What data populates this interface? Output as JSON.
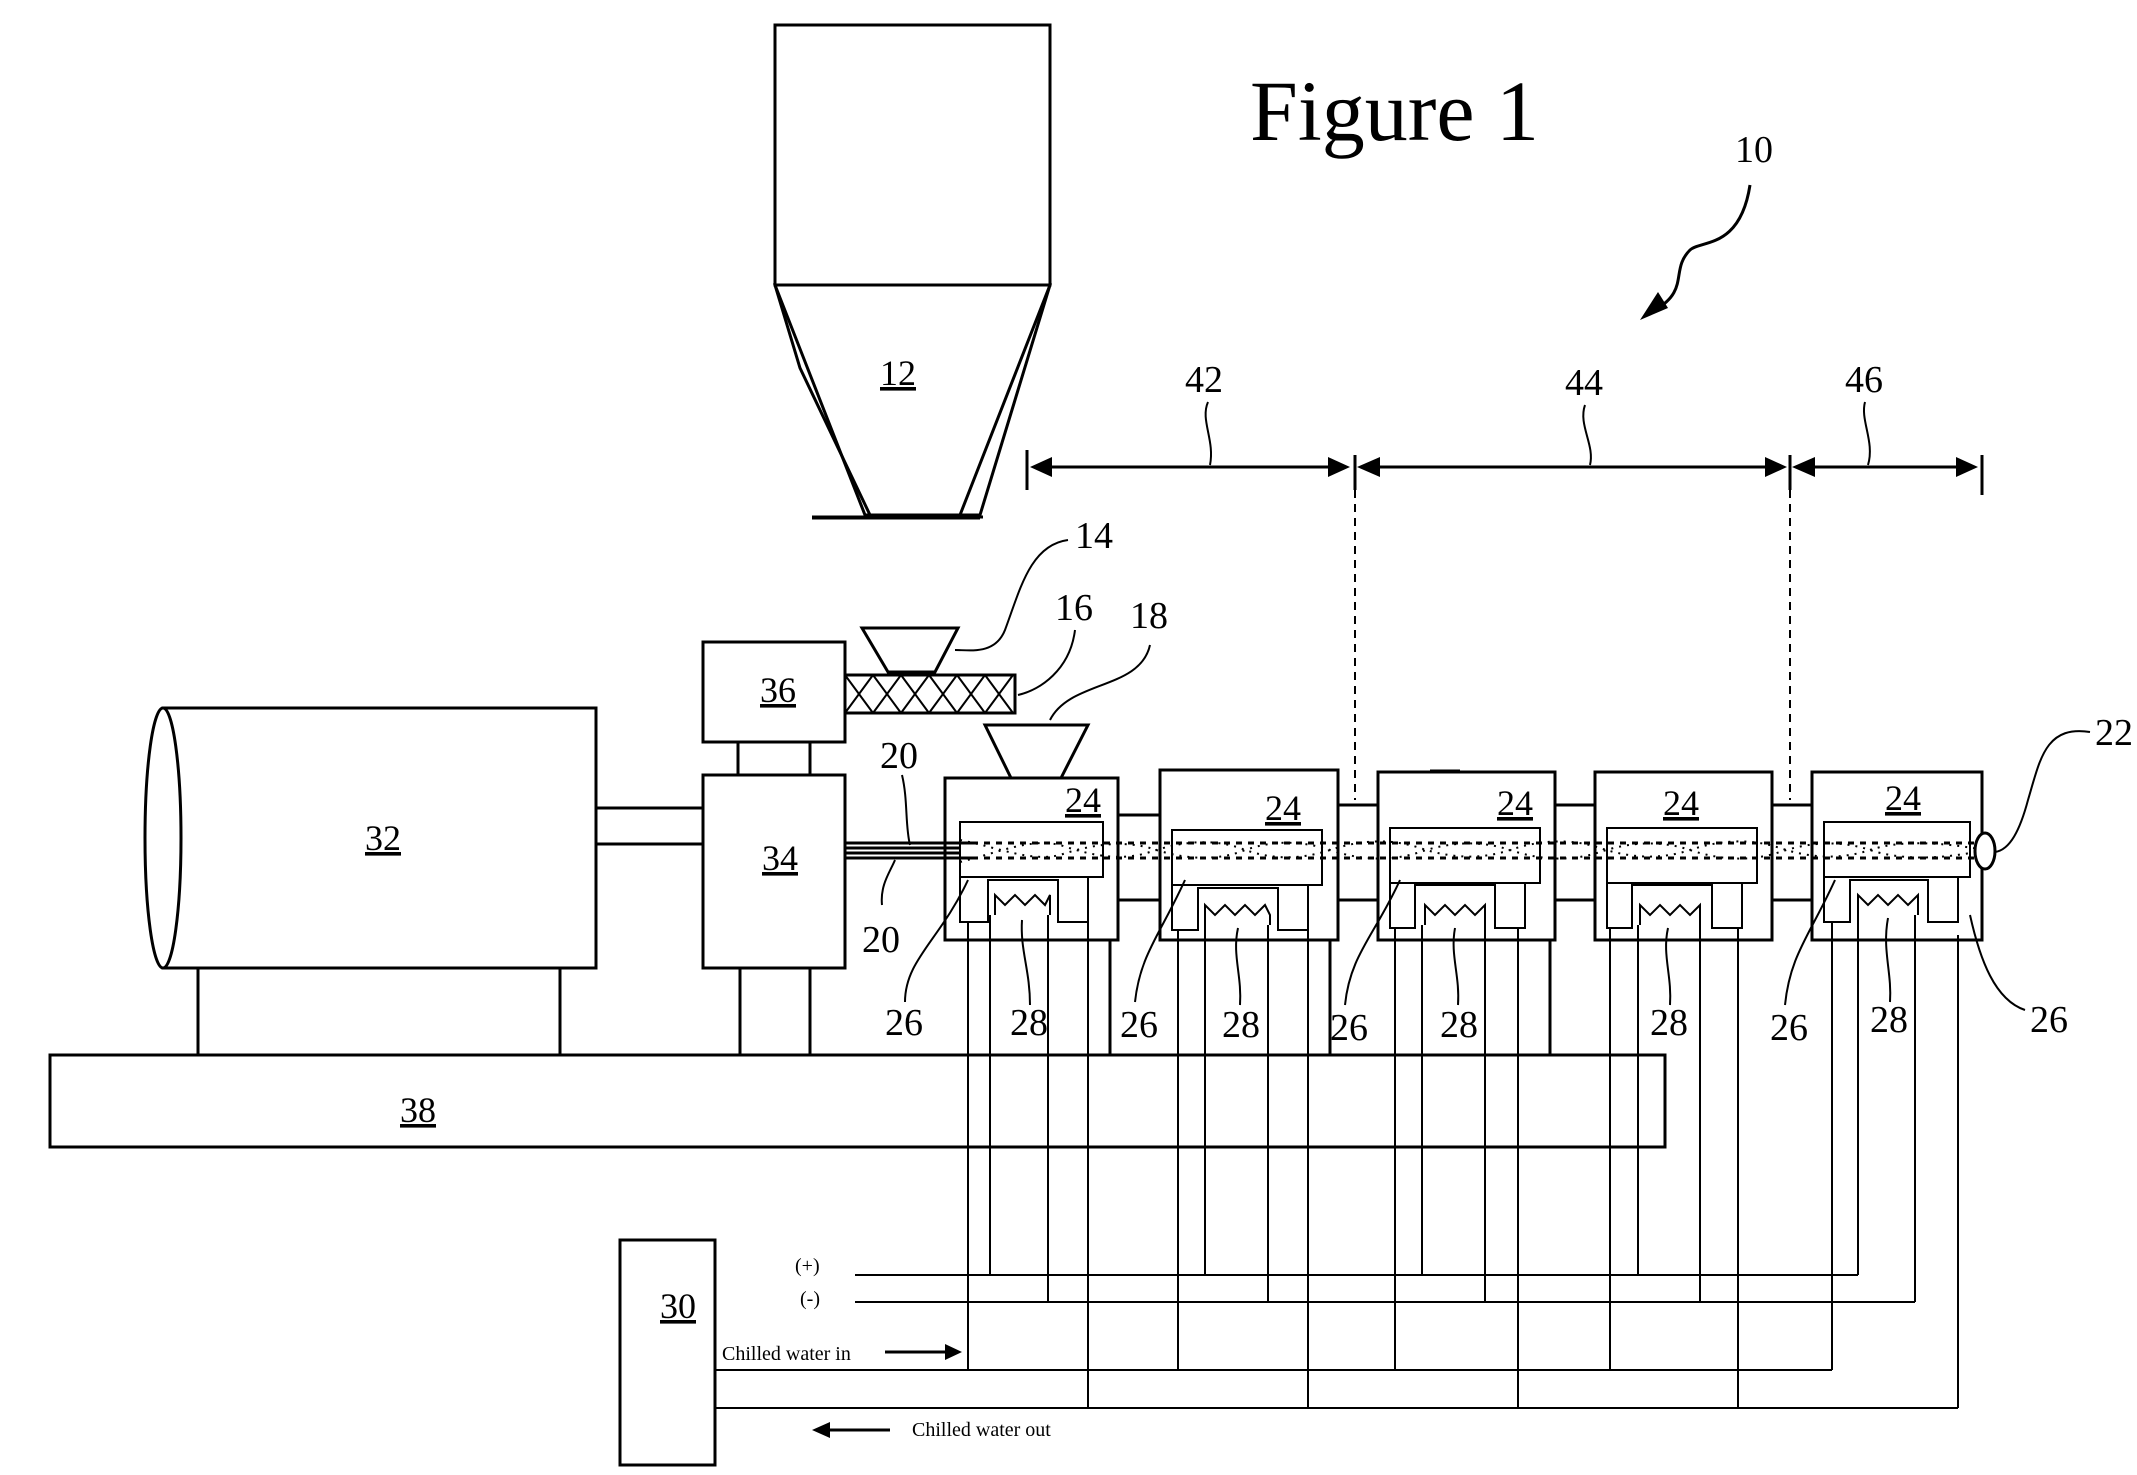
{
  "figure": {
    "title": "Figure 1",
    "refs": {
      "system": "10",
      "hopper": "12",
      "feeder_funnel": "14",
      "feed_screw": "16",
      "inlet_funnel": "18",
      "screw_shaft": "20",
      "extruder_end": "22",
      "barrel": "24",
      "cooling": "26",
      "heater": "28",
      "controller": "30",
      "motor": "32",
      "gearbox": "34",
      "feeder_drive": "36",
      "base": "38",
      "zone_a": "42",
      "zone_b": "44",
      "zone_c": "46"
    },
    "wiring": {
      "plus": "(+)",
      "minus": "(-)",
      "water_in": "Chilled water in",
      "water_out": "Chilled water out"
    }
  }
}
